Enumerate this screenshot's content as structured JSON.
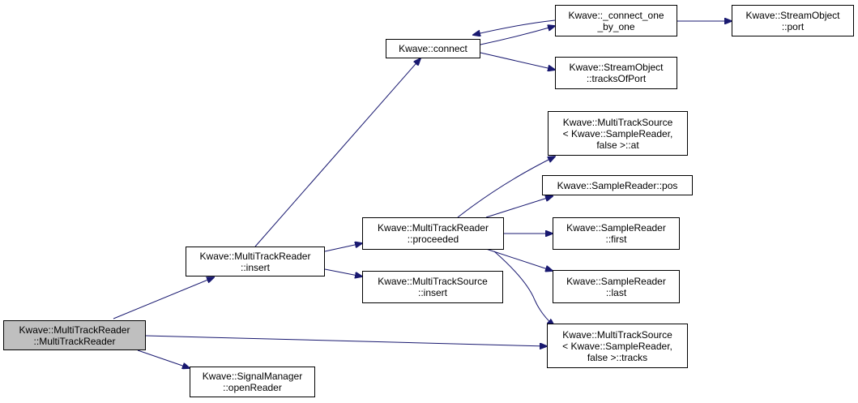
{
  "colors": {
    "edge": "#191970",
    "root_fill": "#bfbfbf",
    "node_fill": "#ffffff",
    "border": "#000000"
  },
  "nodes": {
    "root": {
      "lines": [
        "Kwave::MultiTrackReader",
        "::MultiTrackReader"
      ]
    },
    "mtr_insert": {
      "lines": [
        "Kwave::MultiTrackReader",
        "::insert"
      ]
    },
    "open_reader": {
      "lines": [
        "Kwave::SignalManager",
        "::openReader"
      ]
    },
    "connect": {
      "lines": [
        "Kwave::connect"
      ]
    },
    "proceeded": {
      "lines": [
        "Kwave::MultiTrackReader",
        "::proceeded"
      ]
    },
    "mts_insert": {
      "lines": [
        "Kwave::MultiTrackSource",
        "::insert"
      ]
    },
    "mts_tracks": {
      "lines": [
        "Kwave::MultiTrackSource",
        "< Kwave::SampleReader,",
        "false >::tracks"
      ]
    },
    "connect_one": {
      "lines": [
        "Kwave::_connect_one",
        "_by_one"
      ]
    },
    "tracks_of_port": {
      "lines": [
        "Kwave::StreamObject",
        "::tracksOfPort"
      ]
    },
    "mts_at": {
      "lines": [
        "Kwave::MultiTrackSource",
        "< Kwave::SampleReader,",
        "false >::at"
      ]
    },
    "sr_pos": {
      "lines": [
        "Kwave::SampleReader::pos"
      ]
    },
    "sr_first": {
      "lines": [
        "Kwave::SampleReader",
        "::first"
      ]
    },
    "sr_last": {
      "lines": [
        "Kwave::SampleReader",
        "::last"
      ]
    },
    "so_port": {
      "lines": [
        "Kwave::StreamObject",
        "::port"
      ]
    }
  }
}
